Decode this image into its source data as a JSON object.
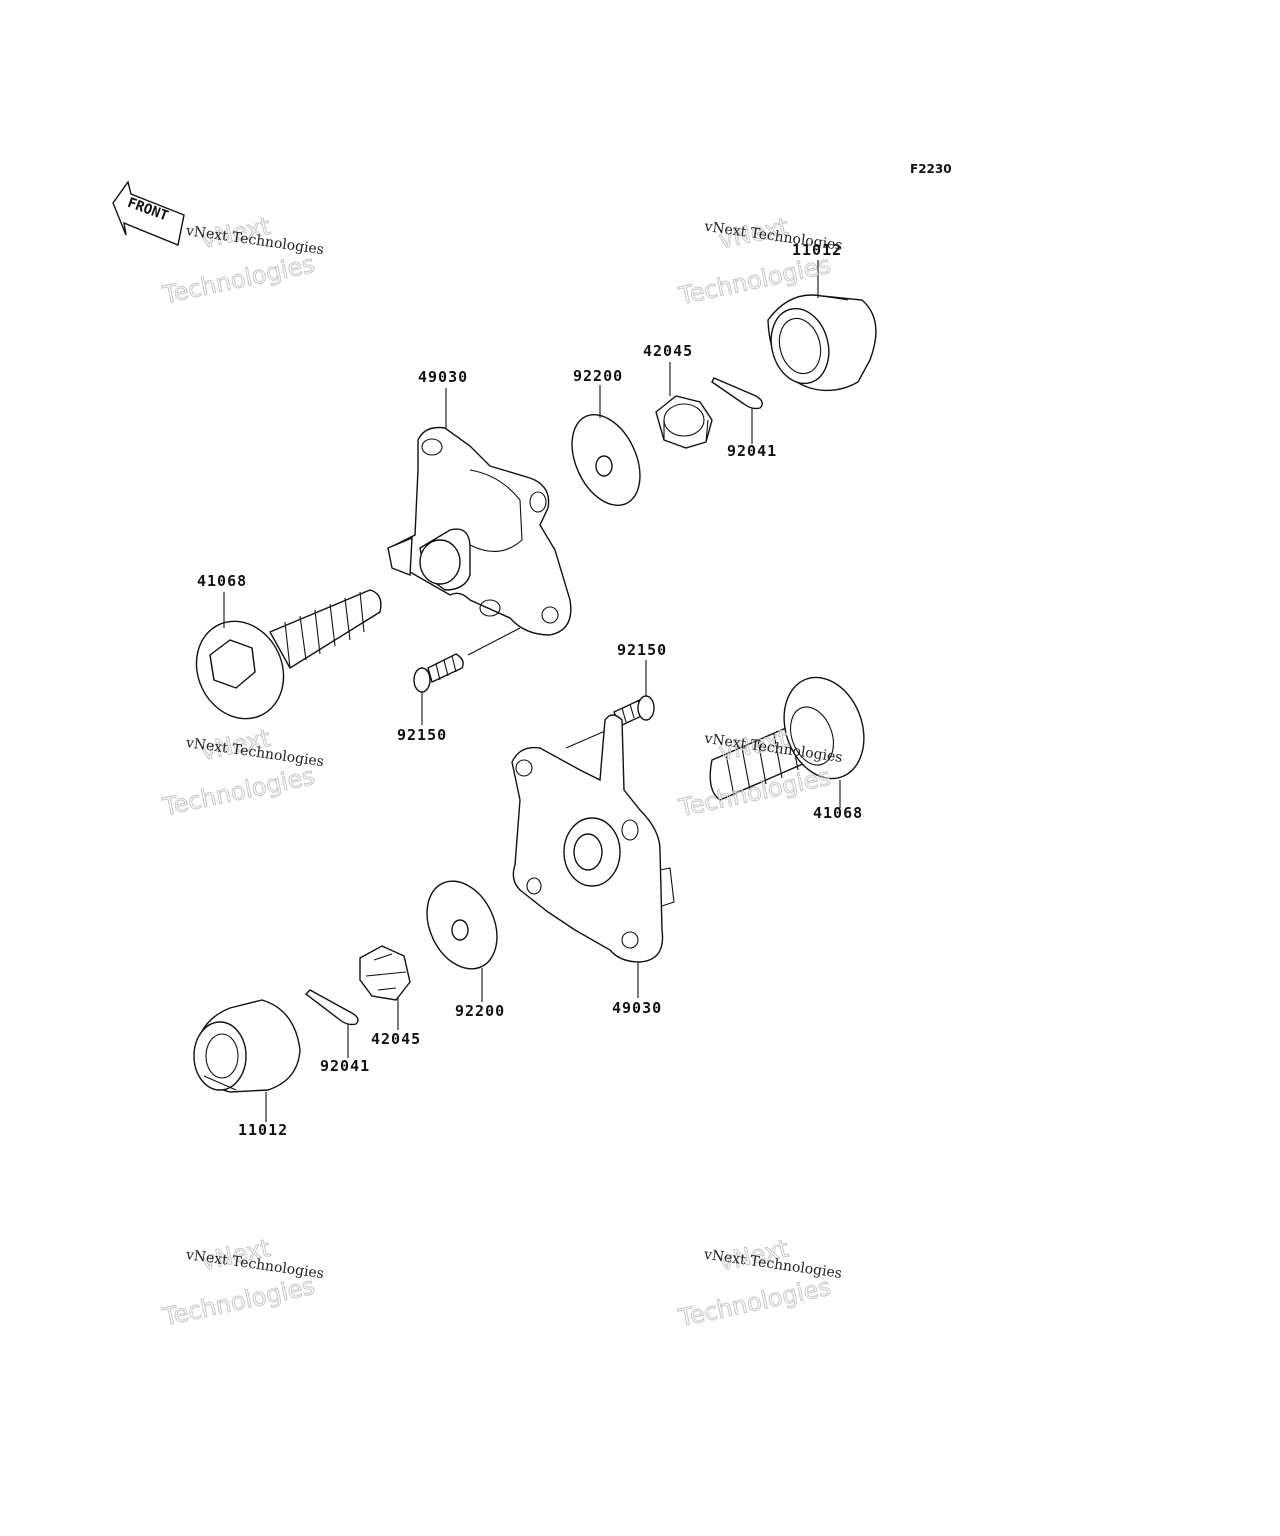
{
  "diagram": {
    "figure_code": "F2230",
    "front_label": "FRONT",
    "watermark": {
      "line1": "vNext Technologies",
      "line2": "vNext",
      "line3": "Technologies"
    },
    "parts": [
      {
        "id": "p1",
        "number": "11012"
      },
      {
        "id": "p2",
        "number": "42045"
      },
      {
        "id": "p3",
        "number": "92200"
      },
      {
        "id": "p4",
        "number": "49030"
      },
      {
        "id": "p5",
        "number": "92041"
      },
      {
        "id": "p6",
        "number": "41068"
      },
      {
        "id": "p7",
        "number": "92150"
      },
      {
        "id": "p8",
        "number": "92150"
      },
      {
        "id": "p9",
        "number": "41068"
      },
      {
        "id": "p10",
        "number": "49030"
      },
      {
        "id": "p11",
        "number": "92200"
      },
      {
        "id": "p12",
        "number": "42045"
      },
      {
        "id": "p13",
        "number": "92041"
      },
      {
        "id": "p14",
        "number": "11012"
      }
    ]
  }
}
